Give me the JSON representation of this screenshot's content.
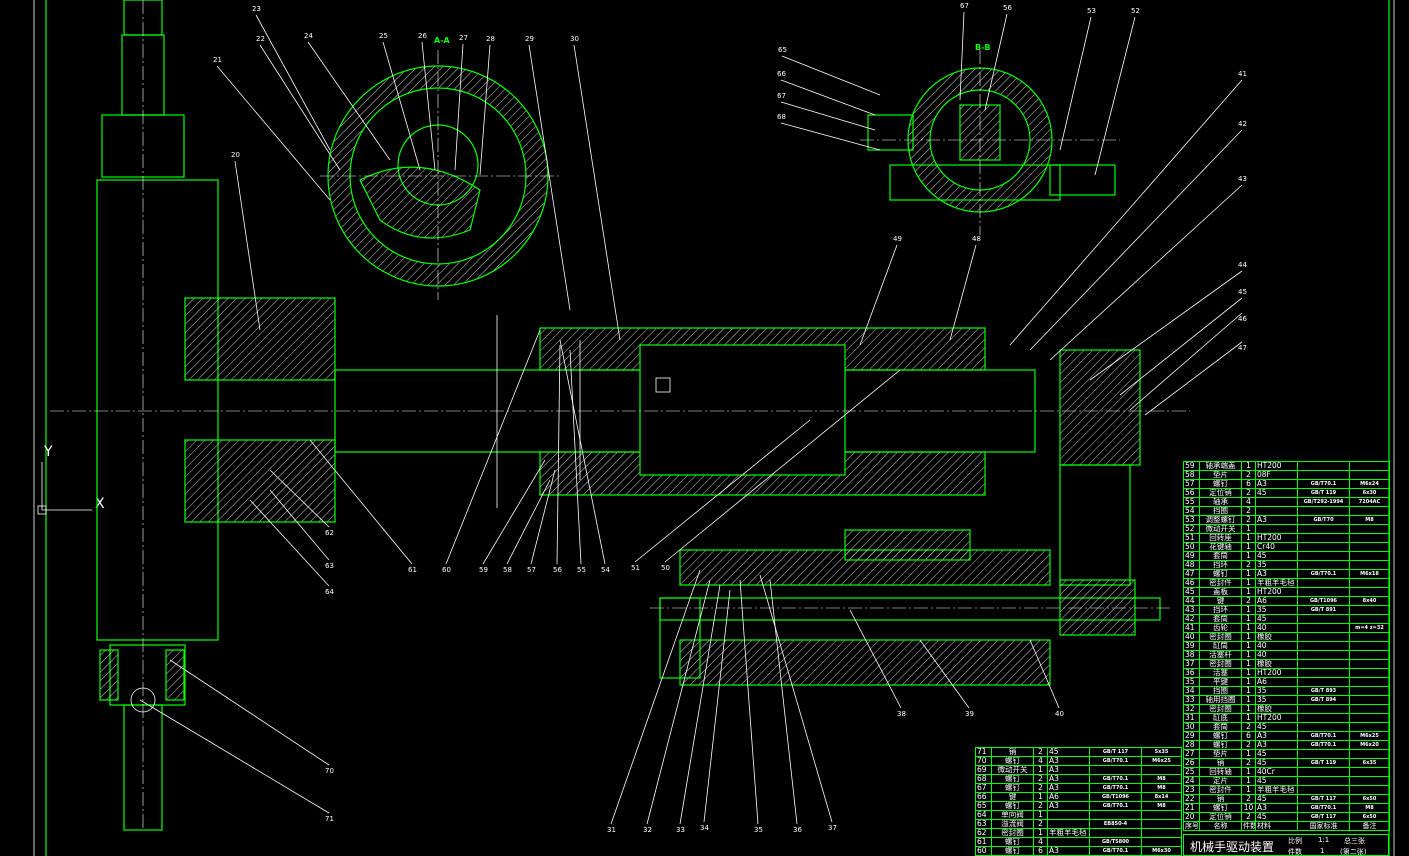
{
  "drawing": {
    "section_label": "A-A",
    "view_label_b": "B-B",
    "axis_y": "Y",
    "axis_x": "X"
  },
  "callouts": [
    "23",
    "22",
    "24",
    "21",
    "25",
    "26",
    "27",
    "28",
    "29",
    "30",
    "20",
    "65",
    "66",
    "67",
    "68",
    "67",
    "56",
    "53",
    "52",
    "41",
    "42",
    "43",
    "44",
    "45",
    "46",
    "47",
    "49",
    "48",
    "62",
    "63",
    "64",
    "61",
    "60",
    "59",
    "58",
    "57",
    "56",
    "55",
    "54",
    "51",
    "50",
    "70",
    "71",
    "31",
    "32",
    "33",
    "34",
    "35",
    "36",
    "37",
    "38",
    "39",
    "40"
  ],
  "parts_right": [
    [
      "59",
      "轴承端盖",
      "1",
      "HT200",
      "",
      ""
    ],
    [
      "58",
      "垫片",
      "2",
      "08F",
      "",
      ""
    ],
    [
      "57",
      "螺钉",
      "6",
      "A3",
      "GB/T70.1",
      "M6x24"
    ],
    [
      "56",
      "定位销",
      "2",
      "45",
      "GB/T 119",
      "6x30"
    ],
    [
      "55",
      "轴承",
      "4",
      "",
      "GB/T292-1994",
      "7204AC"
    ],
    [
      "54",
      "挡圈",
      "2",
      "",
      "",
      ""
    ],
    [
      "53",
      "调整螺钉",
      "2",
      "A3",
      "GB/T70",
      "M8"
    ],
    [
      "52",
      "微动开关",
      "1",
      "",
      "",
      ""
    ],
    [
      "51",
      "回转座",
      "1",
      "HT200",
      "",
      ""
    ],
    [
      "50",
      "花键轴",
      "1",
      "Cr40",
      "",
      ""
    ],
    [
      "49",
      "套筒",
      "1",
      "45",
      "",
      ""
    ],
    [
      "48",
      "挡环",
      "2",
      "35",
      "",
      ""
    ],
    [
      "47",
      "螺钉",
      "1",
      "A3",
      "GB/T70.1",
      "M6x18"
    ],
    [
      "46",
      "密封件",
      "1",
      "羊粗羊毛毡",
      "",
      ""
    ],
    [
      "45",
      "盖板",
      "1",
      "HT200",
      "",
      ""
    ],
    [
      "44",
      "键",
      "2",
      "A6",
      "GB/T1096",
      "8x40"
    ],
    [
      "43",
      "挡环",
      "1",
      "35",
      "GB/T 891",
      ""
    ],
    [
      "42",
      "套筒",
      "1",
      "45",
      "",
      ""
    ],
    [
      "41",
      "齿轮",
      "1",
      "40",
      "",
      "m=4 z=32"
    ],
    [
      "40",
      "密封圈",
      "1",
      "橡胶",
      "",
      ""
    ],
    [
      "39",
      "缸筒",
      "1",
      "40",
      "",
      ""
    ],
    [
      "38",
      "活塞杆",
      "1",
      "40",
      "",
      ""
    ],
    [
      "37",
      "密封圈",
      "1",
      "橡胶",
      "",
      ""
    ],
    [
      "36",
      "活塞",
      "1",
      "HT200",
      "",
      ""
    ],
    [
      "35",
      "平键",
      "1",
      "A6",
      "",
      ""
    ],
    [
      "34",
      "挡圈",
      "1",
      "35",
      "GB/T 893",
      ""
    ],
    [
      "33",
      "轴用挡圈",
      "1",
      "35",
      "GB/T 894",
      ""
    ],
    [
      "32",
      "密封圈",
      "1",
      "橡胶",
      "",
      ""
    ],
    [
      "31",
      "缸底",
      "1",
      "HT200",
      "",
      ""
    ],
    [
      "30",
      "套筒",
      "2",
      "45",
      "",
      ""
    ],
    [
      "29",
      "螺钉",
      "6",
      "A3",
      "GB/T70.1",
      "M6x25"
    ],
    [
      "28",
      "螺钉",
      "2",
      "A3",
      "GB/T70.1",
      "M6x20"
    ],
    [
      "27",
      "垫片",
      "1",
      "45",
      "",
      ""
    ],
    [
      "26",
      "销",
      "2",
      "45",
      "GB/T 119",
      "6x35"
    ],
    [
      "25",
      "回转轴",
      "1",
      "40Cr",
      "",
      ""
    ],
    [
      "24",
      "定片",
      "1",
      "45",
      "",
      ""
    ],
    [
      "23",
      "密封件",
      "1",
      "羊粗羊毛毡",
      "",
      ""
    ],
    [
      "22",
      "销",
      "2",
      "45",
      "GB/T 117",
      "6x50"
    ],
    [
      "21",
      "螺钉",
      "10",
      "A3",
      "GB/T70.1",
      "M8"
    ],
    [
      "20",
      "定位销",
      "2",
      "45",
      "GB/T 117",
      "6x50"
    ]
  ],
  "parts_header": [
    "序号",
    "名称",
    "件数",
    "材料",
    "国家标准",
    "备注"
  ],
  "parts_bottom": [
    [
      "71",
      "销",
      "2",
      "45",
      "GB/T 117",
      "5x35"
    ],
    [
      "70",
      "螺钉",
      "4",
      "A3",
      "GB/T70.1",
      "M6x25"
    ],
    [
      "69",
      "微动开关",
      "1",
      "A3",
      "",
      ""
    ],
    [
      "68",
      "螺钉",
      "2",
      "A3",
      "GB/T70.1",
      "M8"
    ],
    [
      "67",
      "螺钉",
      "2",
      "A3",
      "GB/T70.1",
      "M8"
    ],
    [
      "66",
      "键",
      "1",
      "A6",
      "GB/T1096",
      "8x14"
    ],
    [
      "65",
      "螺钉",
      "2",
      "A3",
      "GB/T70.1",
      "M8"
    ],
    [
      "64",
      "单向阀",
      "1",
      "",
      "",
      ""
    ],
    [
      "63",
      "溢流阀",
      "2",
      "",
      "EB850-4",
      ""
    ],
    [
      "62",
      "密封圈",
      "1",
      "羊粗羊毛毡",
      "",
      ""
    ],
    [
      "61",
      "螺钉",
      "4",
      "",
      "GB/T5800",
      ""
    ],
    [
      "60",
      "螺钉",
      "6",
      "A3",
      "GB/T70.1",
      "M6x30"
    ]
  ],
  "title_block": {
    "name": "机械手驱动装置",
    "scale_label": "比例",
    "scale": "1:1",
    "qty_label": "件数",
    "qty": "1",
    "sheets": "总三张",
    "sheet_no": "(第二张)"
  }
}
